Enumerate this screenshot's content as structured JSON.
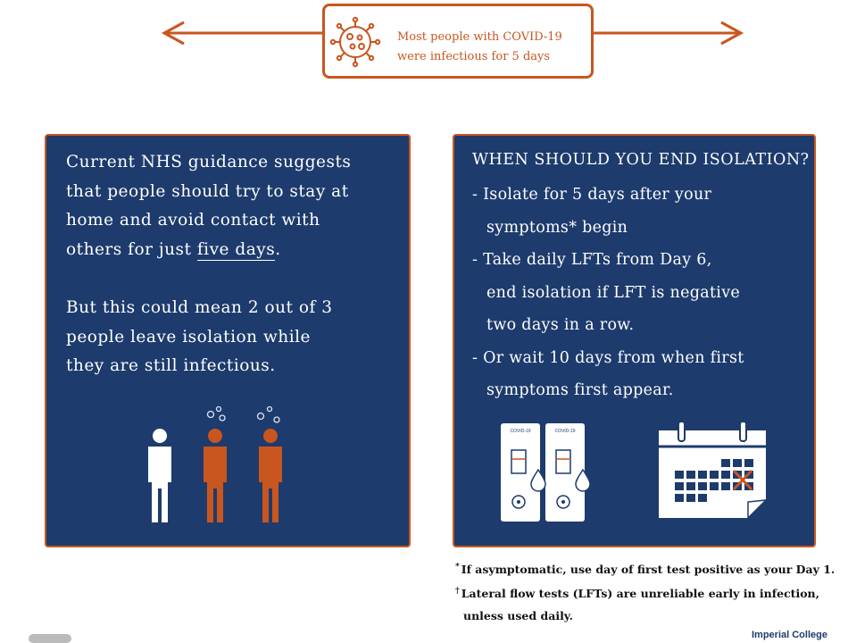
{
  "banner": {
    "text_line1": "Most people with COVID-19",
    "text_line2": "were infectious for 5 days"
  },
  "left_panel": {
    "para1": {
      "line1": "Current NHS guidance suggests",
      "line2": "that people should try to stay at",
      "line3": "home and avoid contact with",
      "line4_prefix": "others for just ",
      "line4_underlined": "five days",
      "line4_suffix": "."
    },
    "para2": {
      "line1": "But this could mean 2 out of 3",
      "line2": "people leave isolation while",
      "line3": "they are still infectious."
    }
  },
  "right_panel": {
    "title": "WHEN SHOULD YOU END ISOLATION?",
    "bullets": [
      {
        "line1": "- Isolate for 5 days after your",
        "line2": "symptoms* begin"
      },
      {
        "line1": "- Take daily LFTs from Day 6,",
        "line2": "end isolation if LFT is negative",
        "line3": "two days in a row."
      },
      {
        "line1": "- Or wait 10 days from when first",
        "line2": "symptoms first appear."
      }
    ],
    "test_label": "COVID-19"
  },
  "footnotes": {
    "fn1_mark": "*",
    "fn1": "If asymptomatic, use day of first test positive as your Day 1.",
    "fn2_mark": "†",
    "fn2_line1": "Lateral flow tests (LFTs) are unreliable early in infection,",
    "fn2_line2": "unless used daily."
  },
  "brand": {
    "text": "Imperial College"
  },
  "colors": {
    "accent": "#c9561f",
    "panel": "#1d3b6d",
    "white": "#ffffff"
  },
  "icons": [
    "left-arrow-icon",
    "right-arrow-icon",
    "virus-icon",
    "person-healthy-icon",
    "person-infected-icon",
    "lateral-flow-test-icon",
    "calendar-icon"
  ]
}
